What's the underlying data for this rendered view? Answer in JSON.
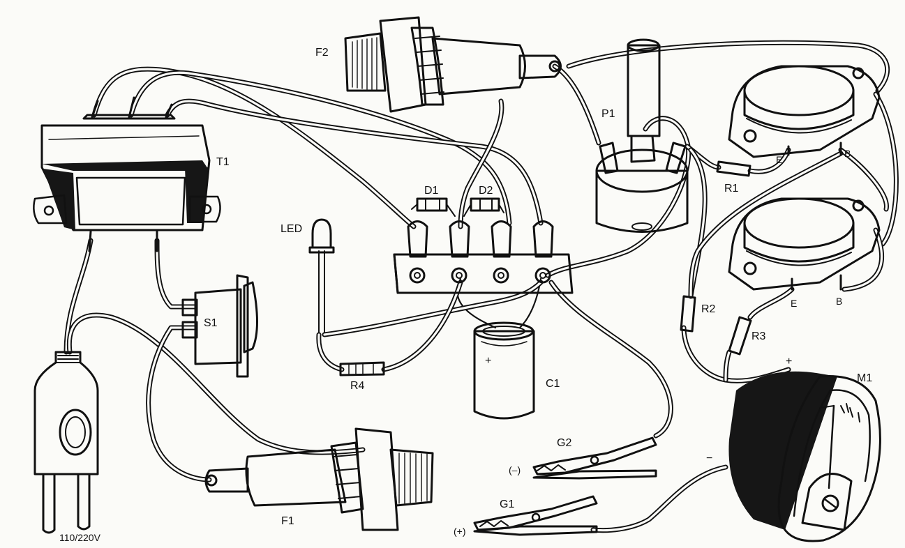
{
  "labels": {
    "t1": "T1",
    "f1": "F1",
    "f2": "F2",
    "s1": "S1",
    "d1": "D1",
    "d2": "D2",
    "led": "LED",
    "r1": "R1",
    "r2": "R2",
    "r3": "R3",
    "r4": "R4",
    "c1": "C1",
    "c1_plus": "+",
    "p1": "P1",
    "m1": "M1",
    "m1_plus": "+",
    "m1_minus": "−",
    "g1": "G1",
    "g2": "G2",
    "g1_polarity": "(+)",
    "g2_polarity": "(–)",
    "q1_e": "E",
    "q1_b": "B",
    "q2_e": "E",
    "q2_b": "B",
    "plug_voltage": "110/220V"
  }
}
